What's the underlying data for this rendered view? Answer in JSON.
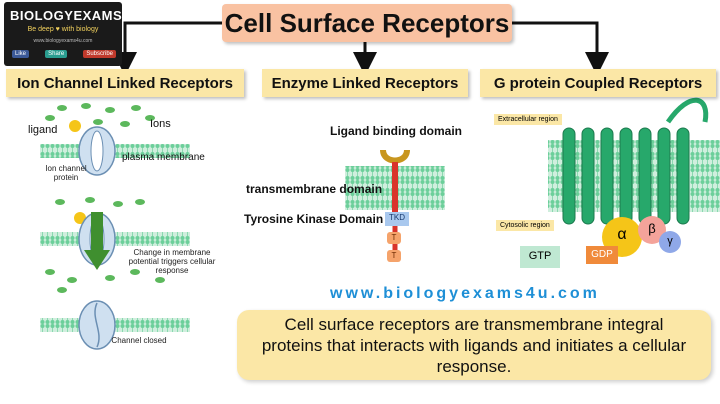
{
  "title": "Cell Surface Receptors",
  "logo": {
    "brand": "BIOLOGYEXAMS4U",
    "tagline": "Be deep ♥ with biology",
    "url": "www.biologyexams4u.com",
    "buttons": [
      "Like",
      "Share",
      "Subscribe"
    ]
  },
  "categories": {
    "ion": "Ion Channel Linked Receptors",
    "enzyme": "Enzyme Linked Receptors",
    "gpcr": "G protein Coupled Receptors"
  },
  "ion_panel": {
    "ligand": "ligand",
    "ions": "Ions",
    "membrane": "plasma membrane",
    "channel_protein": "Ion channel protein",
    "change_note": "Change in membrane potential triggers cellular response",
    "closed": "Channel closed"
  },
  "enzyme_panel": {
    "binding_domain": "Ligand binding domain",
    "transmembrane": "transmembrane domain",
    "tyrosine": "Tyrosine Kinase Domain",
    "tkd": "TKD",
    "t": "T"
  },
  "gpcr_panel": {
    "extracellular": "Extracellular region",
    "cytosolic": "Cytosolic region",
    "gtp": "GTP",
    "gdp": "GDP",
    "alpha": "α",
    "beta": "β",
    "gamma": "γ"
  },
  "website": "www.biologyexams4u.com",
  "description": "Cell surface receptors are transmembrane integral proteins that interacts with ligands and initiates a cellular response.",
  "colors": {
    "title_bg": "#f9c2a2",
    "category_bg": "#fbe7a6",
    "membrane": "#7fd1a6",
    "receptor_green": "#27a86b",
    "url_blue": "#1e8fd6"
  }
}
